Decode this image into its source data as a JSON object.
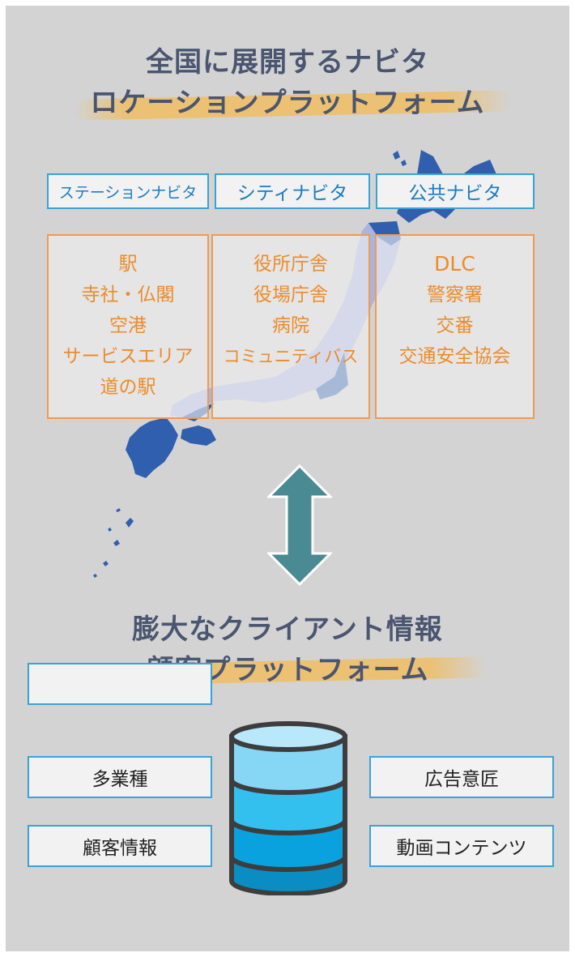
{
  "top_heading": {
    "line1": "全国に展開するナビタ",
    "line2": "ロケーションプラットフォーム"
  },
  "services": [
    {
      "label": "ステーションナビタ"
    },
    {
      "label": "シティナビタ"
    },
    {
      "label": "公共ナビタ"
    }
  ],
  "locations": [
    {
      "items": [
        "駅",
        "寺社・仏閣",
        "空港",
        "サービスエリア",
        "道の駅"
      ]
    },
    {
      "items": [
        "役所庁舎",
        "役場庁舎",
        "病院",
        "コミュニティバス"
      ]
    },
    {
      "items": [
        "DLC",
        "警察署",
        "交番",
        "交通安全協会"
      ]
    }
  ],
  "bottom_heading": {
    "line1": "膨大なクライアント情報",
    "line2": "顧客プラットフォーム"
  },
  "client_info": {
    "left": [
      "多業種",
      "顧客情報"
    ],
    "right": [
      "広告意匠",
      "動画コンテンツ"
    ]
  },
  "colors": {
    "background": "#d3d3d3",
    "heading": "#4a5570",
    "highlight": "#edc06e",
    "tab_border": "#3aa3d6",
    "tab_text": "#1a7cc2",
    "category_border": "#ef9a52",
    "category_text": "#ec8b2b",
    "map_dark": "#2f5fae",
    "map_light": "#aab4dc",
    "arrow": "#4a8a92"
  },
  "icons": [
    "japan-map",
    "double-arrow-icon",
    "database-icon"
  ]
}
